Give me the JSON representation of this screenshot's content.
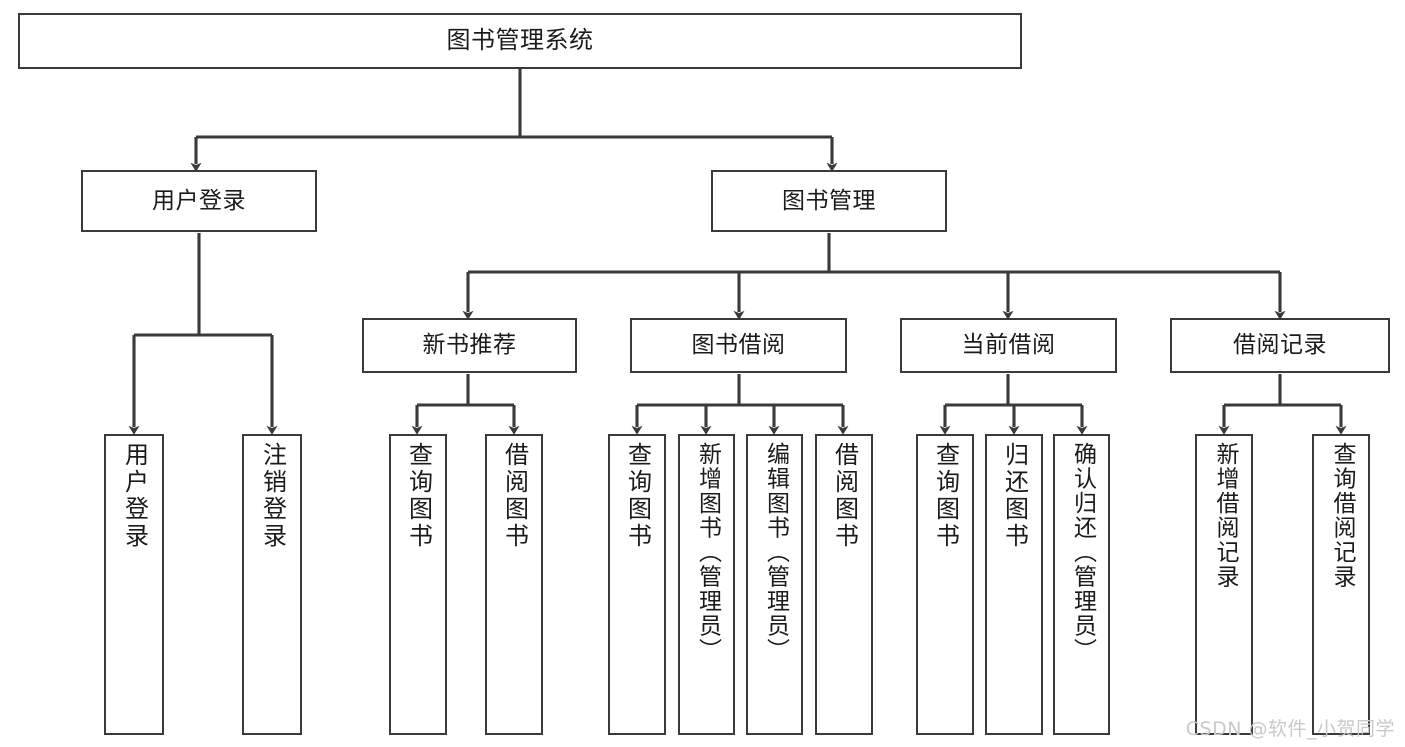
{
  "diagram": {
    "title": "图书管理系统",
    "type": "tree",
    "orientation": "top-down",
    "line_color": "#3a3a3a",
    "box_fill": "#ffffff",
    "text_color": "#1b1b1b",
    "watermark": "CSDN @软件_小贺同学",
    "nodes": {
      "root": {
        "label": "图书管理系统"
      },
      "level2": [
        {
          "label": "用户登录"
        },
        {
          "label": "图书管理"
        }
      ],
      "level3": [
        {
          "label": "新书推荐"
        },
        {
          "label": "图书借阅"
        },
        {
          "label": "当前借阅"
        },
        {
          "label": "借阅记录"
        }
      ],
      "leaves": {
        "user_login": [
          {
            "label": "用户登录"
          },
          {
            "label": "注销登录"
          }
        ],
        "new_book_recommend": [
          {
            "label": "查询图书"
          },
          {
            "label": "借阅图书"
          }
        ],
        "book_borrow": [
          {
            "label": "查询图书"
          },
          {
            "label": "新增图书（管理员）"
          },
          {
            "label": "编辑图书（管理员）"
          },
          {
            "label": "借阅图书"
          }
        ],
        "current_borrow": [
          {
            "label": "查询图书"
          },
          {
            "label": "归还图书"
          },
          {
            "label": "确认归还（管理员）"
          }
        ],
        "borrow_record": [
          {
            "label": "新增借阅记录"
          },
          {
            "label": "查询借阅记录"
          }
        ]
      }
    }
  }
}
